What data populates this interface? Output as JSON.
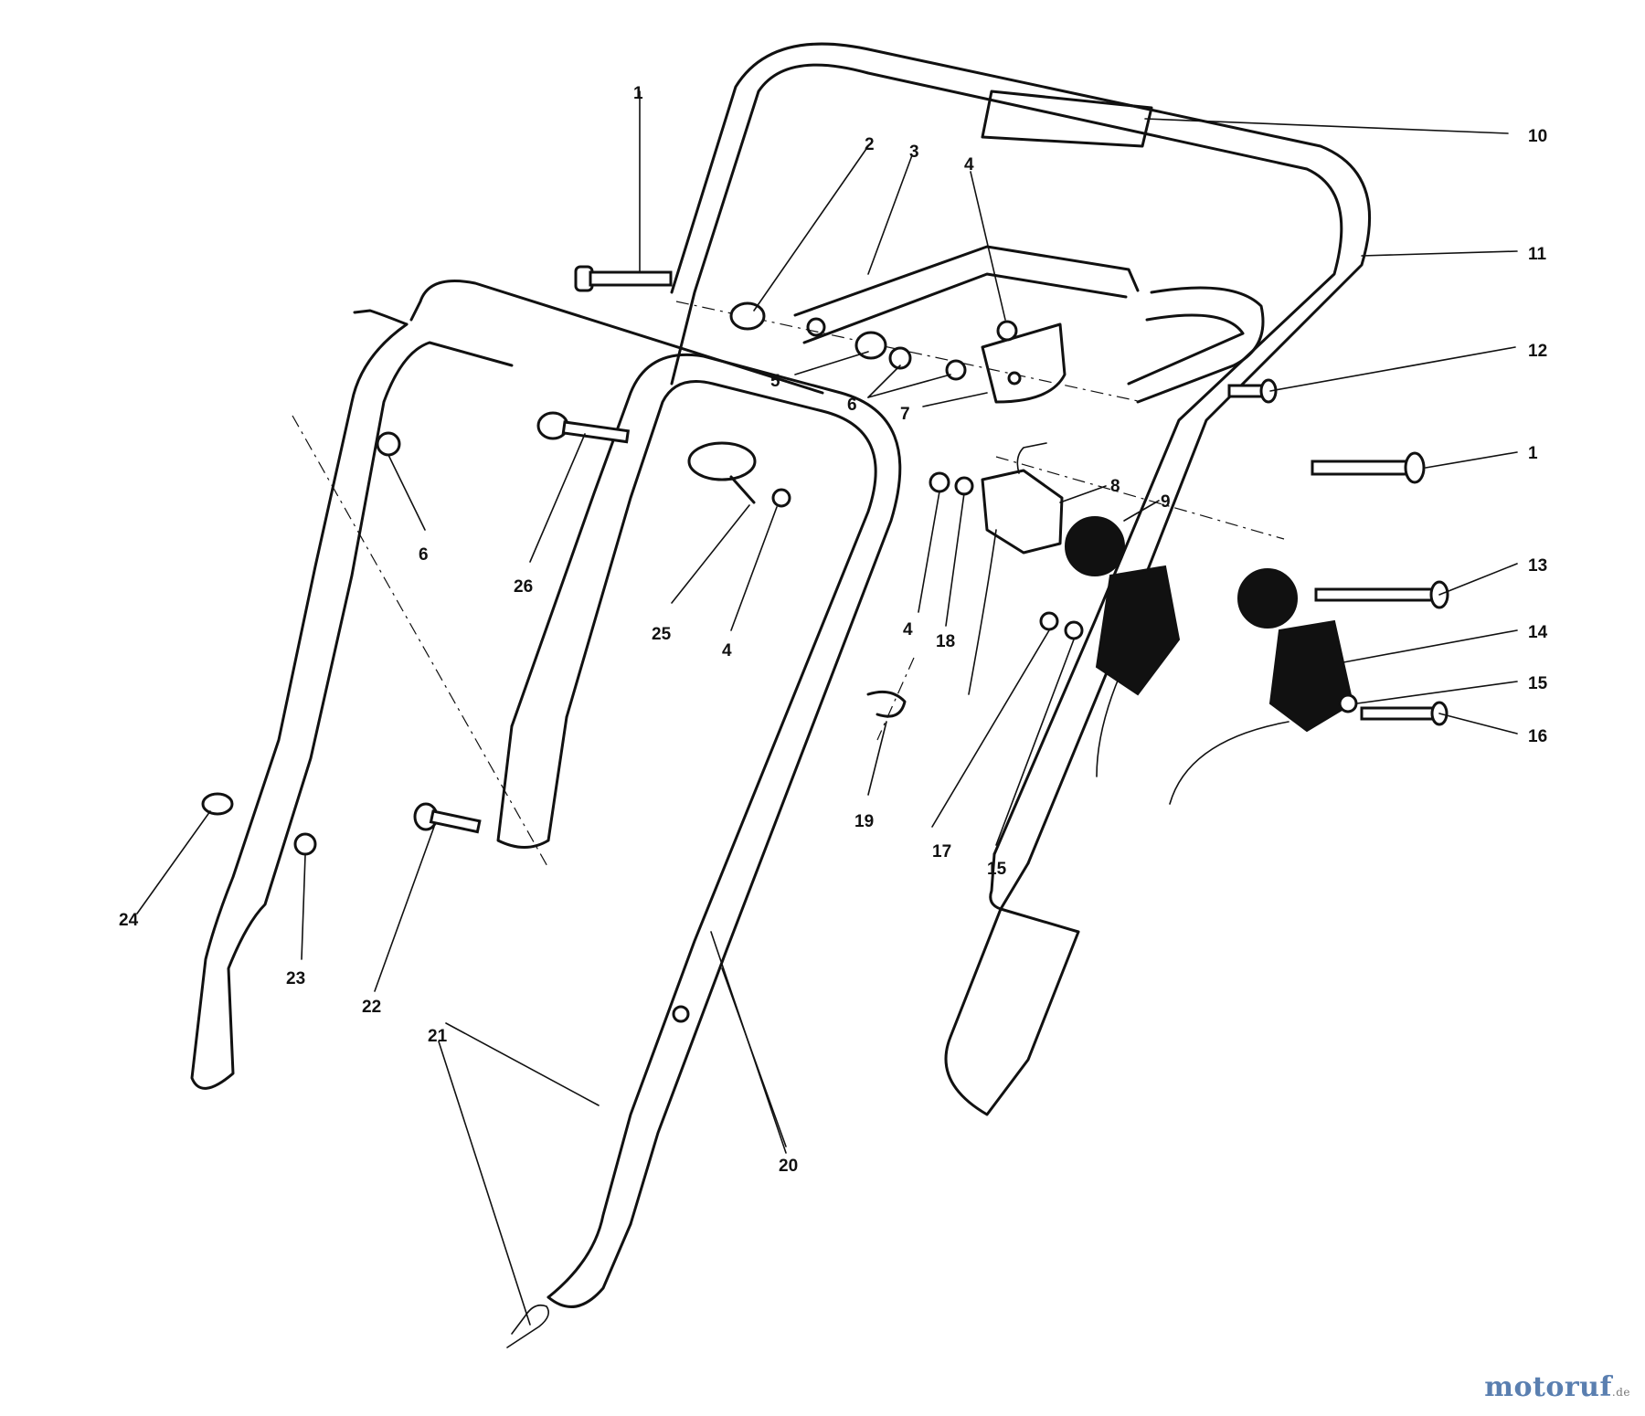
{
  "diagram": {
    "part_numbers": [
      "1",
      "2",
      "3",
      "4",
      "5",
      "6",
      "7",
      "8",
      "9",
      "10",
      "11",
      "12",
      "13",
      "14",
      "15",
      "16",
      "17",
      "18",
      "19",
      "20",
      "21",
      "22",
      "23",
      "24",
      "25",
      "26"
    ]
  },
  "watermark": {
    "brand": "motoruf",
    "tld": ".de",
    "colors": {
      "brand": "#5a7fb0",
      "tld": "#777777"
    }
  }
}
